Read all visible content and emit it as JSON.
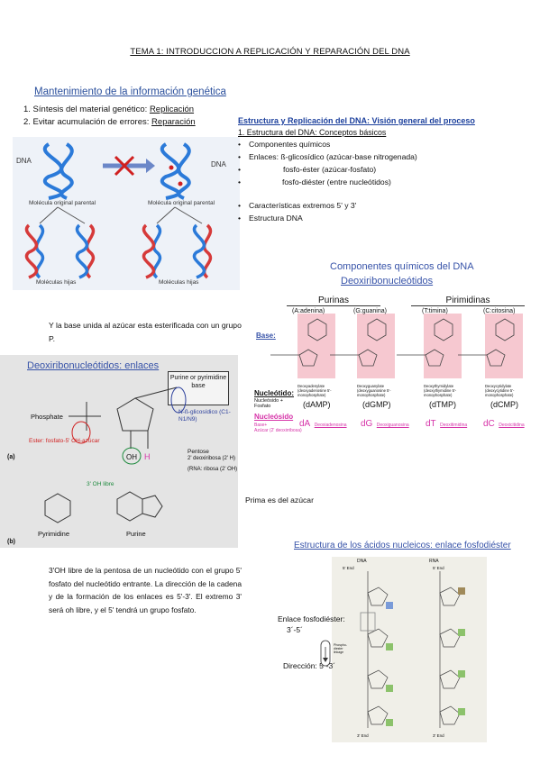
{
  "doc_title": "TEMA 1: INTRODUCCION A REPLICACIÓN Y REPARACIÓN DEL DNA",
  "fig1": {
    "title": "Mantenimiento de la información genética",
    "line1_prefix": "1. Síntesis del material genético: ",
    "line1_link": "Replicación",
    "line2_prefix": "2. Evitar acumulación de errores: ",
    "line2_link": "Reparación",
    "dna_left": "DNA",
    "dna_right": "DNA",
    "parental_left": "Molécula original parental",
    "parental_right": "Molécula original parental",
    "hijas_left": "Moléculas hijas",
    "hijas_right": "Moléculas hijas"
  },
  "section": {
    "heading": "Estructura y Replicación del DNA: Visión general del proceso",
    "sub": "1. Estructura del DNA: Conceptos básicos",
    "b1": "Componentes químicos",
    "b2": "Enlaces: ß-glicosídico (azúcar-base nitrogenada)",
    "b2a": "fosfo-éster (azúcar-fosfato)",
    "b2b": "fosfo-diéster (entre nucleótidos)",
    "b3": "Características extremos 5' y 3'",
    "b4": "Estructura DNA"
  },
  "fig2": {
    "title": "Componentes químicos del DNA",
    "subtitle": "Deoxiribonucleótidos",
    "purinas": "Purinas",
    "pirimidinas": "Pirimidinas",
    "bases": [
      "(A:adenina)",
      "(G:guanina)",
      "(T:timina)",
      "(C:citosina)"
    ],
    "base_label": "Base:",
    "nucleotido_label": "Nucleótido:",
    "nucleotido_sub": "Nucleósido + Fosfato",
    "nucleotido_names": [
      "Deoxyadenylate (deoxyadenosine 5'-monophosphate)",
      "Deoxyguanylate (deoxyguanosine 5'-monophosphate)",
      "Deoxythymidylate (deoxythymidine 5'-monophosphate)",
      "Deoxycytidylate (deoxycytidine 5'-monophosphate)"
    ],
    "abbrevs": [
      "(dAMP)",
      "(dGMP)",
      "(dTMP)",
      "(dCMP)"
    ],
    "nucleosido_label": "Nucleósido",
    "nucleosido_sub1": "Base+",
    "nucleosido_sub2": "Azúcar (2' deoxirribosa)",
    "nuc_short": [
      "dA",
      "dG",
      "dT",
      "dC"
    ],
    "nuc_long": [
      "Deoxiadenosina",
      "Deoxiguanosina",
      "Deoxitimidina",
      "Deoxicitidina"
    ]
  },
  "note1": "Y la base unida al azúcar esta esterificada con un grupo P.",
  "fig3": {
    "title": "Deoxiribonucleótidos: enlaces",
    "purine_box": "Purine or pyrimidine base",
    "phosphate": "Phosphate",
    "glyco": "N-ß-glicosídico (C1-N1/N9)",
    "ester": "Ester: fosfato-5' OH-azúcar",
    "pentose1": "Pentose",
    "pentose2": "2' deoxiribosa (2' H)",
    "pentose3": "(RNA: ribosa (2' OH)",
    "oh_libre": "3' OH libre",
    "label_a": "(a)",
    "label_b": "(b)",
    "pyrimidine": "Pyrimidine",
    "purine": "Purine"
  },
  "note2": "Prima es del azúcar",
  "paragraph": "3'OH libre de la pentosa de un nucleótido con el grupo 5' fosfato del nucleótido entrante. La dirección de la cadena y de la formación de los enlaces es 5'-3'. El extremo 3' será oh libre, y el 5' tendrá un grupo fosfato.",
  "fig4": {
    "title": "Estructura de los ácidos nucleicos: enlace fosfodiéster",
    "dna": "DNA",
    "rna": "RNA",
    "end5": "5' End",
    "end3": "3' End",
    "enlace": "Enlace fosfodiéster:",
    "enlace2": "3´-5´",
    "direccion": "Dirección: 5´-3´",
    "phospho": "Phospho- diester linkage"
  },
  "colors": {
    "blue_title": "#2a4f9c",
    "pink": "#f6c8d0",
    "magenta": "#d633a8",
    "red": "#d02020"
  }
}
